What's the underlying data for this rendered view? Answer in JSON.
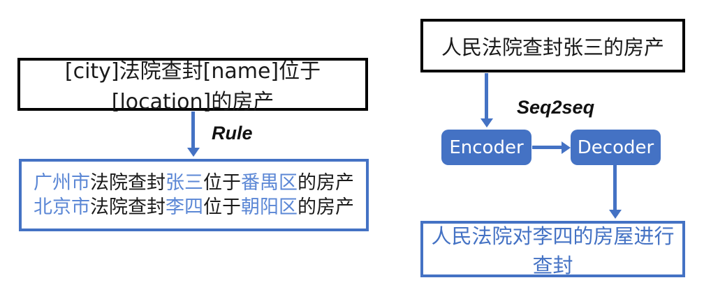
{
  "colors": {
    "accent_blue": "#4472C4",
    "entity_text_blue": "#5B87D5",
    "output_text_blue": "#4472C4",
    "box_border_black": "#000000"
  },
  "left": {
    "template_box": {
      "text": "[city]法院查封[name]位于[location]的房产"
    },
    "arrow_label": "Rule",
    "output_box": {
      "lines": [
        {
          "segments": [
            {
              "text": "广州市",
              "highlight": true
            },
            {
              "text": "法院查封",
              "highlight": false
            },
            {
              "text": "张三",
              "highlight": true
            },
            {
              "text": "位于",
              "highlight": false
            },
            {
              "text": "番禺区",
              "highlight": true
            },
            {
              "text": "的房产",
              "highlight": false
            }
          ]
        },
        {
          "segments": [
            {
              "text": "北京市",
              "highlight": true
            },
            {
              "text": "法院查封",
              "highlight": false
            },
            {
              "text": "李四",
              "highlight": true
            },
            {
              "text": "位于",
              "highlight": false
            },
            {
              "text": "朝阳区",
              "highlight": true
            },
            {
              "text": "的房产",
              "highlight": false
            }
          ]
        }
      ]
    }
  },
  "right": {
    "input_box": {
      "text": "人民法院查封张三的房产"
    },
    "arrow_label": "Seq2seq",
    "encoder_label": "Encoder",
    "decoder_label": "Decoder",
    "output_box": {
      "text": "人民法院对李四的房屋进行查封"
    }
  }
}
